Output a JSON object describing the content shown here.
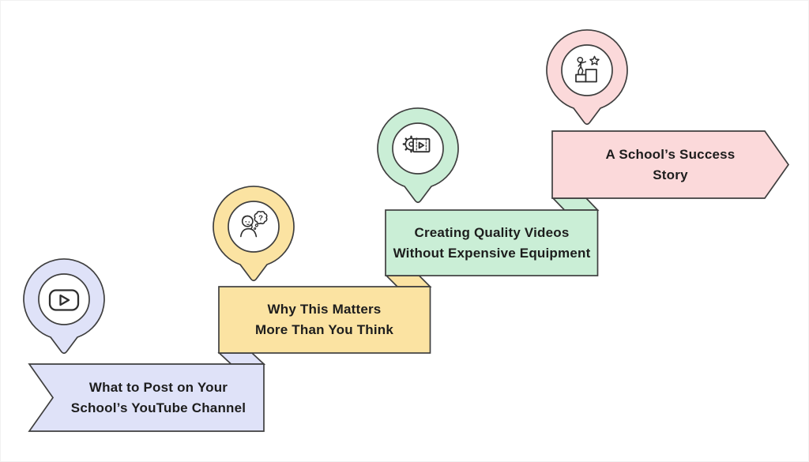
{
  "diagram": {
    "type": "staircase-infographic",
    "step_count": 4,
    "steps": [
      {
        "name": "what-to-post",
        "lines": [
          "What to Post on Your",
          "School’s YouTube Channel"
        ],
        "label": "What to Post on Your School’s YouTube Channel",
        "fill": "#dfe2f8",
        "icon": "youtube-play-icon"
      },
      {
        "name": "why-this-matters",
        "lines": [
          "Why This Matters",
          "More Than You Think"
        ],
        "label": "Why This Matters More Than You Think",
        "fill": "#fbe3a2",
        "icon": "thinking-person-question-icon",
        "icon_text": "?"
      },
      {
        "name": "creating-quality-videos",
        "lines": [
          "Creating Quality Videos",
          "Without Expensive Equipment"
        ],
        "label": "Creating Quality Videos Without Expensive Equipment",
        "fill": "#caeed6",
        "icon": "gear-film-reel-icon"
      },
      {
        "name": "success-story",
        "lines": [
          "A School’s Success",
          "Story"
        ],
        "label": "A School’s Success Story",
        "fill": "#fbd9da",
        "icon": "person-climbing-stairs-star-icon"
      }
    ],
    "colors": {
      "outline": "#3f3f3f",
      "icon_stroke": "#2e2e2e",
      "text": "#1d1d1d",
      "background": "#ffffff",
      "pin_inner": "#ffffff"
    }
  }
}
